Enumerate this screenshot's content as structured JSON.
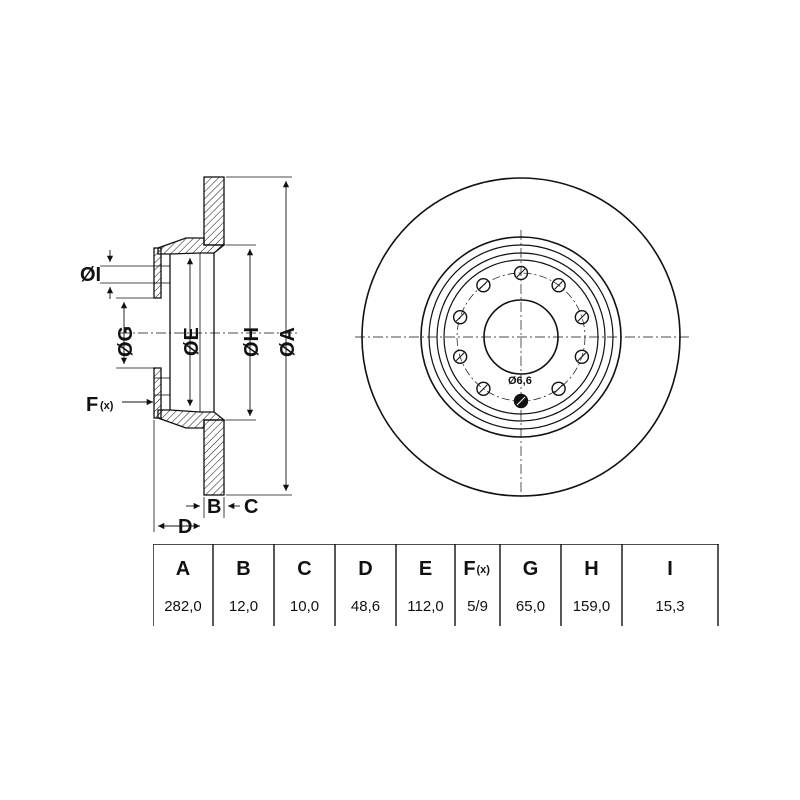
{
  "labels": {
    "I": "ØI",
    "G": "ØG",
    "E": "ØE",
    "H": "ØH",
    "A": "ØA",
    "F": "F",
    "F_sub": "(x)",
    "B": "B",
    "C": "C",
    "D": "D",
    "hole": "Ø6,6"
  },
  "table": {
    "headers": [
      "A",
      "B",
      "C",
      "D",
      "E",
      "F",
      "G",
      "H",
      "I"
    ],
    "header_f_sub": "(x)",
    "values": [
      "282,0",
      "12,0",
      "10,0",
      "48,6",
      "112,0",
      "5/9",
      "65,0",
      "159,0",
      "15,3"
    ]
  }
}
